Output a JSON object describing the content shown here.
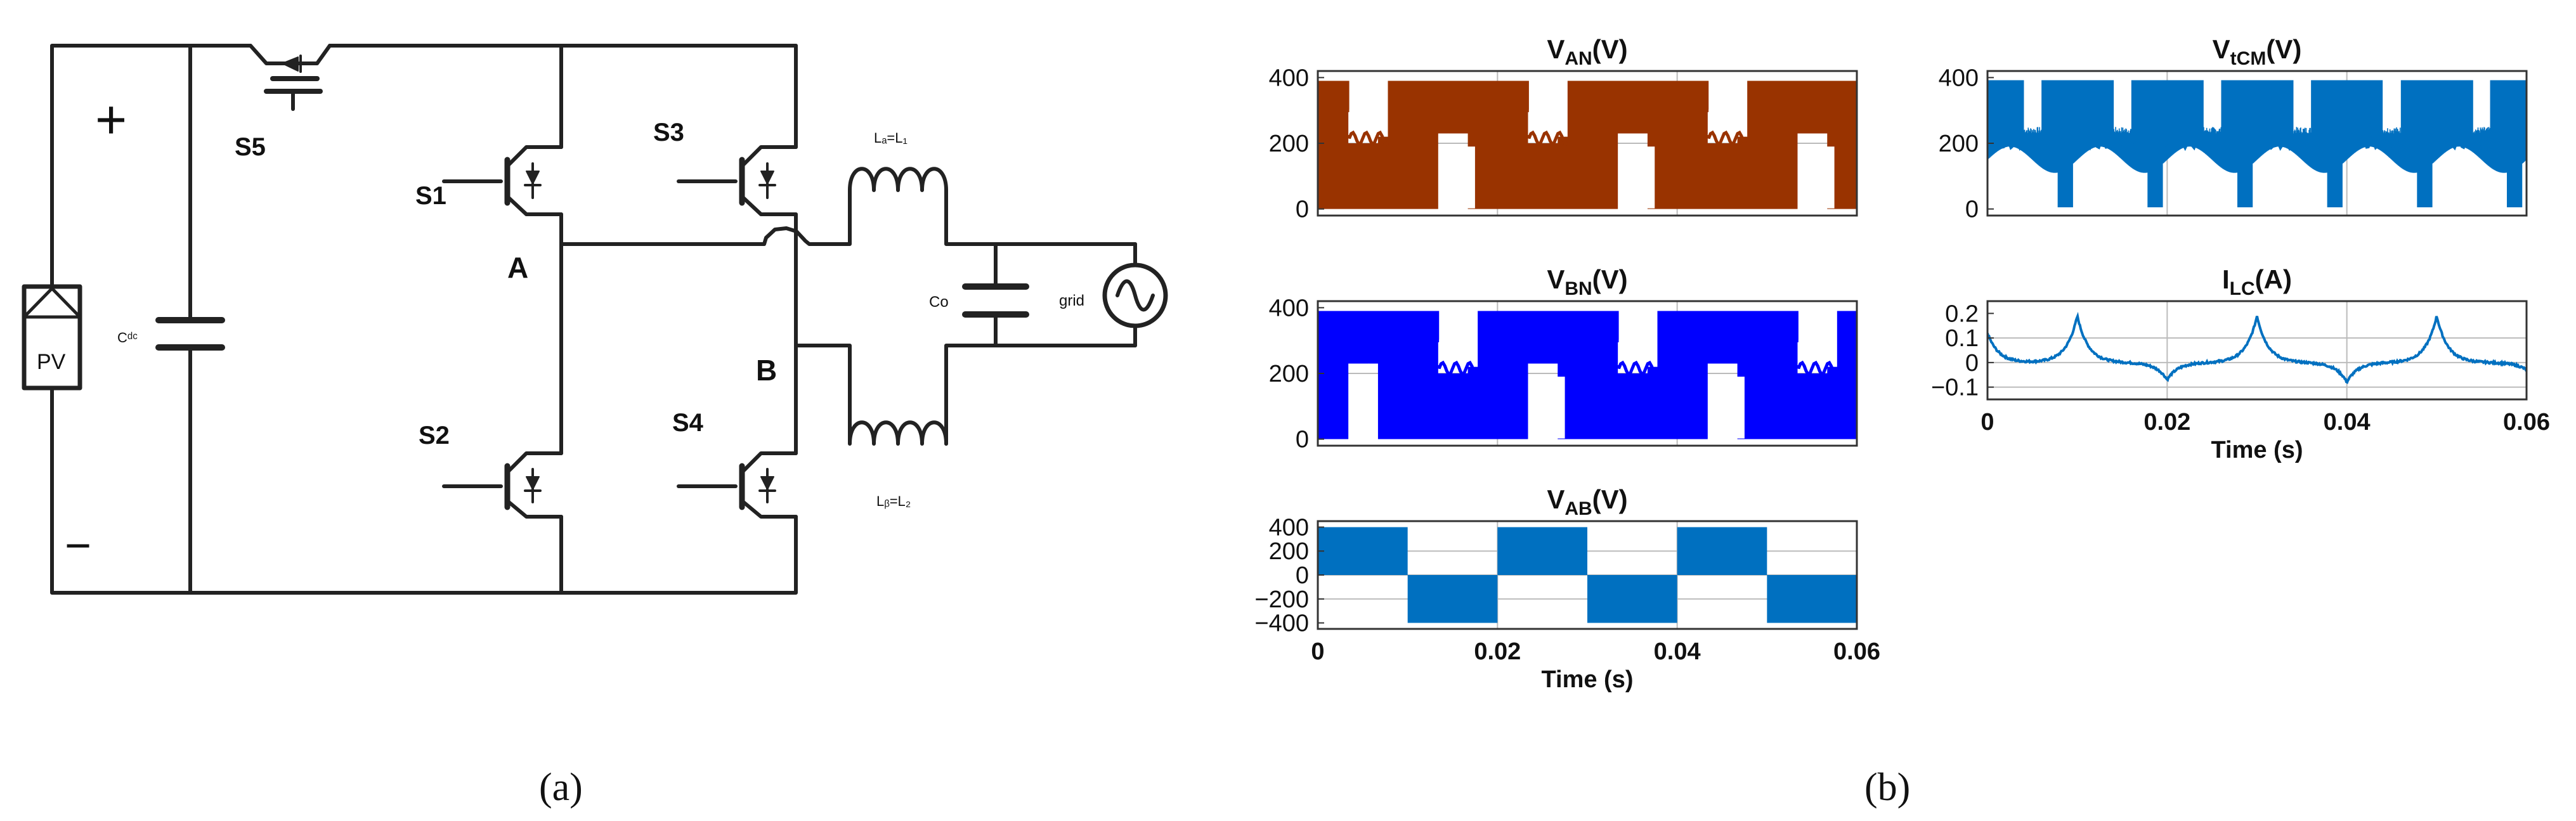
{
  "circuit": {
    "plus": "+",
    "minus": "−",
    "pv": "PV",
    "cdc": "Cᵈᶜ",
    "switches": [
      "S1",
      "S2",
      "S3",
      "S4",
      "S5"
    ],
    "node_a": "A",
    "node_b": "B",
    "la": "Lₐ=L₁",
    "lb": "Lᵦ=L₂",
    "co": "Co",
    "grid": "grid"
  },
  "captions": {
    "a": "(a)",
    "b": "(b)"
  },
  "chart_data": [
    {
      "id": "van",
      "type": "line",
      "title_main": "V",
      "title_sub": "AN",
      "title_unit": "(V)",
      "xlabel": "",
      "ylabel": "",
      "xlim": [
        0,
        0.06
      ],
      "ylim": [
        -20,
        420
      ],
      "yticks": [
        "400",
        "200",
        "0"
      ],
      "ytick_values": [
        400,
        200,
        0
      ],
      "xticks": [],
      "xtick_values": [],
      "grid_x": [
        0.02,
        0.04
      ],
      "grid_y": [
        200
      ],
      "color": "#993300",
      "pattern": "unipolar_pwm",
      "mean_value": 200,
      "amplitude": 390,
      "series": [
        {
          "x": [
            0,
            0.01,
            0.02,
            0.03,
            0.04,
            0.05,
            0.06
          ],
          "y": [
            200,
            400,
            200,
            0,
            200,
            400,
            200
          ]
        }
      ]
    },
    {
      "id": "vbn",
      "type": "line",
      "title_main": "V",
      "title_sub": "BN",
      "title_unit": "(V)",
      "xlabel": "",
      "ylabel": "",
      "xlim": [
        0,
        0.06
      ],
      "ylim": [
        -20,
        420
      ],
      "yticks": [
        "400",
        "200",
        "0"
      ],
      "ytick_values": [
        400,
        200,
        0
      ],
      "xticks": [],
      "xtick_values": [],
      "grid_x": [
        0.02,
        0.04
      ],
      "grid_y": [
        200
      ],
      "color": "#0000ff",
      "pattern": "unipolar_pwm",
      "mean_value": 200,
      "amplitude": 390,
      "series": [
        {
          "x": [
            0,
            0.01,
            0.02,
            0.03,
            0.04,
            0.05,
            0.06
          ],
          "y": [
            200,
            0,
            200,
            400,
            200,
            0,
            200
          ]
        }
      ]
    },
    {
      "id": "vab",
      "type": "line",
      "title_main": "V",
      "title_sub": "AB",
      "title_unit": "(V)",
      "xlabel": "Time (s)",
      "ylabel": "",
      "xlim": [
        0,
        0.06
      ],
      "ylim": [
        -450,
        450
      ],
      "yticks": [
        "400",
        "200",
        "0",
        "−200",
        "−400"
      ],
      "ytick_values": [
        400,
        200,
        0,
        -200,
        -400
      ],
      "xticks": [
        "0",
        "0.02",
        "0.04",
        "0.06"
      ],
      "xtick_values": [
        0,
        0.02,
        0.04,
        0.06
      ],
      "grid_x": [
        0.02,
        0.04
      ],
      "grid_y": [
        200,
        0,
        -200
      ],
      "color": "#0070c0",
      "pattern": "square",
      "series": [
        {
          "x": [
            0,
            0.01,
            0.01,
            0.02,
            0.02,
            0.03,
            0.03,
            0.04,
            0.04,
            0.05,
            0.05,
            0.06
          ],
          "y": [
            400,
            400,
            -400,
            -400,
            400,
            400,
            -400,
            -400,
            400,
            400,
            -400,
            -400
          ]
        }
      ]
    },
    {
      "id": "vtcm",
      "type": "line",
      "title_main": "V",
      "title_sub": "tCM",
      "title_unit": "(V)",
      "xlabel": "",
      "ylabel": "",
      "xlim": [
        0,
        0.06
      ],
      "ylim": [
        -20,
        420
      ],
      "yticks": [
        "400",
        "200",
        "0"
      ],
      "ytick_values": [
        400,
        200,
        0
      ],
      "xticks": [],
      "xtick_values": [],
      "grid_x": [
        0.02,
        0.04
      ],
      "grid_y": [
        200
      ],
      "color": "#0070c0",
      "pattern": "common_mode",
      "mean_value": 200,
      "series": [
        {
          "x": [
            0,
            0.01,
            0.02,
            0.03,
            0.04,
            0.05,
            0.06
          ],
          "y": [
            200,
            200,
            200,
            200,
            200,
            200,
            200
          ]
        }
      ]
    },
    {
      "id": "ilc",
      "type": "line",
      "title_main": "I",
      "title_sub": "LC",
      "title_unit": "(A)",
      "xlabel": "Time (s)",
      "ylabel": "",
      "xlim": [
        0,
        0.06
      ],
      "ylim": [
        -0.15,
        0.25
      ],
      "yticks": [
        "0.2",
        "0.1",
        "0",
        "−0.1"
      ],
      "ytick_values": [
        0.2,
        0.1,
        0,
        -0.1
      ],
      "xticks": [
        "0",
        "0.02",
        "0.04",
        "0.06"
      ],
      "xtick_values": [
        0,
        0.02,
        0.04,
        0.06
      ],
      "grid_x": [
        0.02,
        0.04
      ],
      "grid_y": [
        0.1,
        0,
        -0.1
      ],
      "color": "#0070c0",
      "pattern": "spikes",
      "series": [
        {
          "x": [
            0,
            0.01,
            0.02,
            0.03,
            0.04,
            0.05,
            0.06
          ],
          "y": [
            0.12,
            0.19,
            -0.07,
            0.19,
            -0.08,
            0.19,
            -0.03
          ]
        }
      ]
    }
  ]
}
